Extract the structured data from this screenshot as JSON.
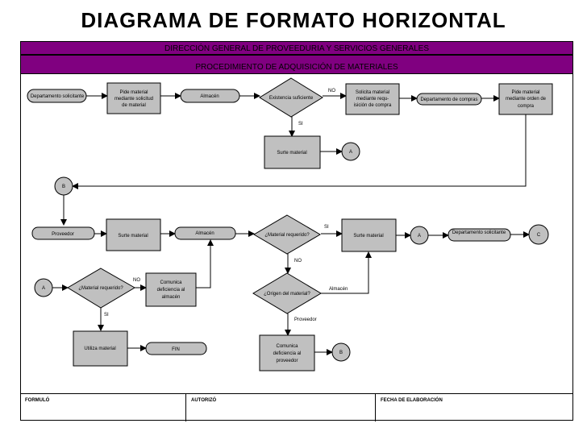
{
  "title": "DIAGRAMA DE FORMATO HORIZONTAL",
  "header": {
    "line1": "DIRECCIÓN GENERAL DE PROVEEDURIA Y SERVICIOS GENERALES",
    "line2": "PROCEDIMIENTO DE ADQUISICIÓN  DE MATERIALES"
  },
  "colors": {
    "band": "#800080",
    "shape_fill": "#c0c0c0"
  },
  "nodes": {
    "dept_solicitante_1": "Departamento solicitante",
    "pide_material_solicitud": [
      "Pide material",
      "mediante solicitud",
      "de material"
    ],
    "almacen_1": "Almacén",
    "existencia_suficiente": "Existencia suficiente",
    "solicita_material": [
      "Solicita material",
      "mediante requ-",
      "isición de compra"
    ],
    "dept_compras": "Departamento de compras",
    "pide_material_orden": [
      "Pide material",
      "mediante orden de",
      "compra"
    ],
    "surte_material_1": "Surte material",
    "connector_a_1": "A",
    "connector_b_1": "B",
    "proveedor": "Proveedor",
    "surte_material_2": "Surte material",
    "almacen_2": "Almacén",
    "material_requerido_1": "¿Material requerido?",
    "surte_material_3": "Surte material",
    "connector_a_2": "A",
    "dept_solicitante_2": "Departamento solicitante",
    "connector_c": "C",
    "connector_a_3": "A",
    "material_requerido_2": "¿Material requerido?",
    "comunica_deficiencia_almacen": [
      "Comunica",
      "deficiencia al",
      "almacén"
    ],
    "origen_material": "¿Origen del material?",
    "utiliza_material": "Utiliza material",
    "fin": "FIN",
    "comunica_deficiencia_proveedor": [
      "Comunica",
      "deficiencia al",
      "proveedor"
    ],
    "connector_b_2": "B"
  },
  "edge_labels": {
    "no_1": "NO",
    "si_1": "SI",
    "si_2": "SI",
    "no_2": "NO",
    "no_3": "NO",
    "si_3": "SI",
    "almacen": "Almacén",
    "proveedor": "Proveedor"
  },
  "footer": {
    "formulo": "FORMULÓ",
    "autorizo": "AUTORIZÓ",
    "fecha": "FECHA DE ELABORACIÓN"
  }
}
